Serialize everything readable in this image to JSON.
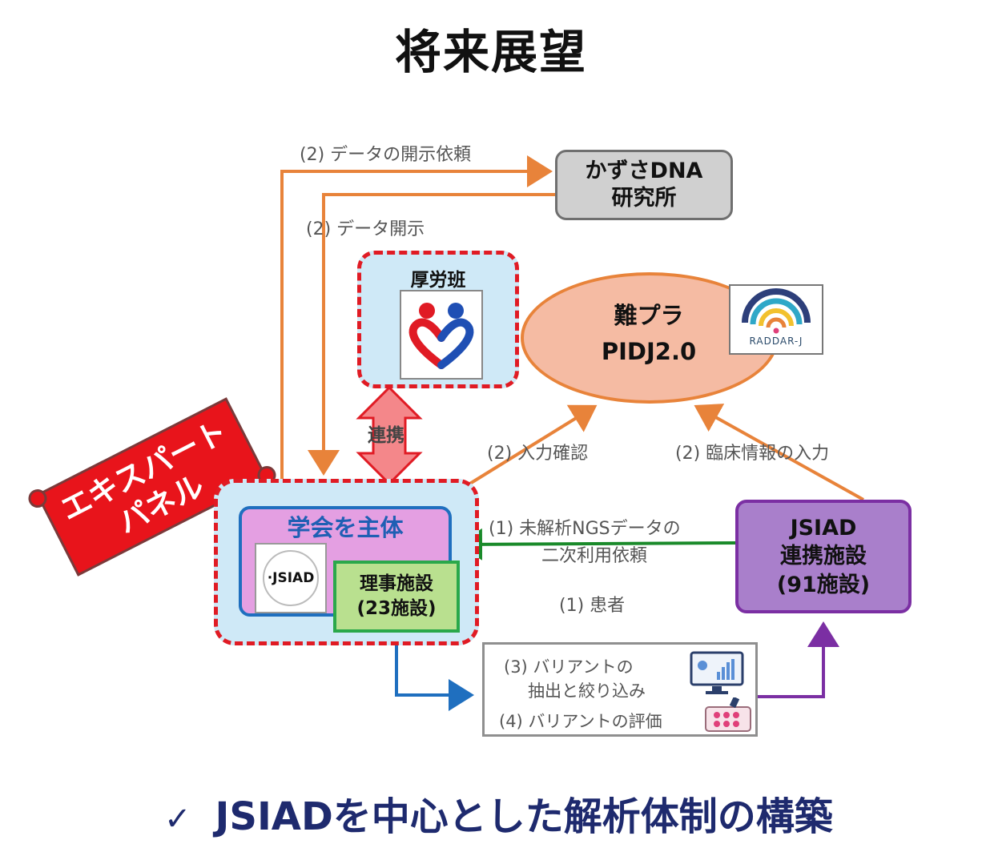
{
  "title": "将来展望",
  "labels": {
    "data_request": "(2) データの開示依頼",
    "data_disclosure": "(2) データ開示",
    "renkei": "連携",
    "input_confirm": "(2) 入力確認",
    "clinical_input": "(2) 臨床情報の入力",
    "ngs_request_line1": "(1) 未解析NGSデータの",
    "ngs_request_line2": "二次利用依頼",
    "patient": "(1) 患者"
  },
  "kazusa": {
    "line1": "かずさDNA",
    "line2": "研究所"
  },
  "kourou": {
    "title": "厚労班"
  },
  "nanpura": {
    "line1": "難プラ",
    "line2": "PIDJ2.0"
  },
  "raddar": {
    "text": "RADDAR-J"
  },
  "expert_panel": {
    "line1": "エキスパート",
    "line2": "パネル"
  },
  "gakkai": {
    "title": "学会を主体",
    "logo_text": "·JSIAD"
  },
  "riji": {
    "line1": "理事施設",
    "line2": "(23施設)"
  },
  "jsiad_partner": {
    "line1": "JSIAD",
    "line2": "連携施設",
    "line3": "(91施設)"
  },
  "variant": {
    "line1": "(3) バリアントの",
    "line2": "抽出と絞り込み",
    "line3": "(4) バリアントの評価"
  },
  "bottom": {
    "text": "JSIADを中心とした解析体制の構築"
  },
  "colors": {
    "orange": "#e8833a",
    "green": "#1a8a2a",
    "blue": "#1f6fbf",
    "purple": "#7b2fa3",
    "red": "#e01b24",
    "navy": "#1e2a6e"
  }
}
